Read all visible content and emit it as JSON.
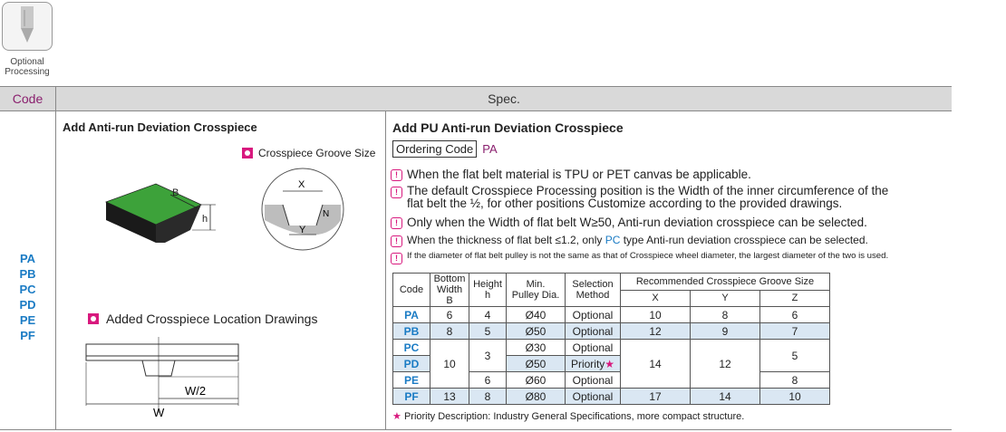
{
  "badge": {
    "line1": "Optional",
    "line2": "Processing"
  },
  "header": {
    "code": "Code",
    "spec": "Spec."
  },
  "codes": [
    "PA",
    "PB",
    "PC",
    "PD",
    "PE",
    "PF"
  ],
  "left": {
    "title": "Add Anti-run Deviation Crosspiece",
    "groove_label": "Crosspiece Groove Size",
    "added_label": "Added Crosspiece Location Drawings",
    "dim_b": "B",
    "dim_h": "h",
    "dim_x": "X",
    "dim_y": "Y",
    "dim_n": "N",
    "dim_w2": "W/2",
    "dim_w": "W"
  },
  "right": {
    "title": "Add PU Anti-run Deviation Crosspiece",
    "ordering_label": "Ordering Code",
    "ordering_value": "PA",
    "notes": {
      "n1": "When the flat belt material is TPU or PET canvas be applicable.",
      "n2a": "The default Crosspiece Processing position is the Width of the inner circumference of the",
      "n2b": "flat belt the ½, for other positions Customize according to the provided drawings.",
      "n3": "Only when the Width of flat belt W≥50, Anti-run deviation crosspiece can be selected.",
      "n4a": "When the thickness of flat belt ≤1.2, only ",
      "n4b": "PC",
      "n4c": " type Anti-run deviation crosspiece can be selected.",
      "n5": "If the diameter of flat belt pulley is not the same as that of Crosspiece wheel diameter, the largest diameter of the two is used."
    },
    "table": {
      "h_code": "Code",
      "h_bottom1": "Bottom",
      "h_bottom2": "Width B",
      "h_height1": "Height",
      "h_height2": "h",
      "h_pulley1": "Min.",
      "h_pulley2": "Pulley Dia.",
      "h_sel1": "Selection",
      "h_sel2": "Method",
      "h_rec": "Recommended Crosspiece Groove Size",
      "h_x": "X",
      "h_y": "Y",
      "h_z": "Z",
      "rows": [
        {
          "code": "PA",
          "b": "6",
          "h": "4",
          "d": "Ø40",
          "m": "Optional",
          "x": "10",
          "y": "8",
          "z": "6"
        },
        {
          "code": "PB",
          "b": "8",
          "h": "5",
          "d": "Ø50",
          "m": "Optional",
          "x": "12",
          "y": "9",
          "z": "7"
        },
        {
          "code": "PC",
          "d": "Ø30",
          "m": "Optional"
        },
        {
          "code": "PD",
          "d": "Ø50",
          "m": "Priority"
        },
        {
          "code": "PE",
          "d": "Ø60",
          "m": "Optional",
          "z": "8"
        },
        {
          "code": "PF",
          "b": "13",
          "h": "8",
          "d": "Ø80",
          "m": "Optional",
          "x": "17",
          "y": "14",
          "z": "10"
        }
      ],
      "merged": {
        "b_pcpe": "10",
        "h_pcpd": "3",
        "h_pe": "6",
        "x_pcpe": "14",
        "y_pcpe": "12",
        "z_pcpd": "5"
      }
    },
    "star": "★",
    "footnote": "Priority Description: Industry General Specifications, more compact structure."
  }
}
